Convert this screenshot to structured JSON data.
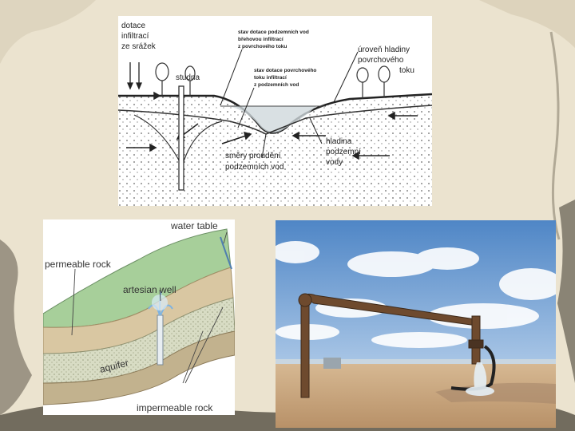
{
  "slide": {
    "background_color": "#ebe3cf",
    "accent_color": "#4a4438"
  },
  "groundwater_diagram": {
    "label_recharge": [
      "dotace",
      "infiltrací",
      "ze srážek"
    ],
    "label_well": "studna",
    "label_bank_infiltration": [
      "stav dotace podzemních vod",
      "břehovou infiltrací",
      "z povrchového toku"
    ],
    "label_groundwater_infiltration": [
      "stav dotace povrchového",
      "toku infiltrací",
      "z podzemních vod"
    ],
    "label_surface_level": [
      "úroveň hladiny",
      "povrchového",
      "toku"
    ],
    "label_flow_directions": [
      "směry proudění",
      "podzemních vod"
    ],
    "label_groundwater_table": [
      "hladina",
      "podzemní",
      "vody"
    ]
  },
  "artesian_diagram": {
    "label_water_table": "water table",
    "label_permeable_rock": "permeable rock",
    "label_artesian_well": "artesian well",
    "label_aquifer": "aquifer",
    "label_impermeable_rock": "impermeable rock"
  },
  "photo": {
    "sky_color": "#7aa5d6",
    "ground_color": "#c9a57f",
    "pipe_color": "#6e4a2e"
  }
}
